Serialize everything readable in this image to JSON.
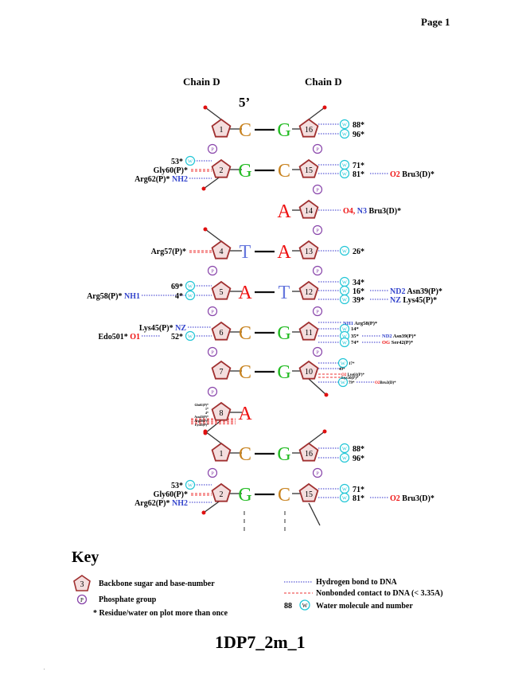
{
  "page_label": "Page 1",
  "chain_left": "Chain D",
  "chain_right": "Chain D",
  "five_prime": "5’",
  "pairs": [
    {
      "left": {
        "num": "1",
        "base": "C"
      },
      "right": {
        "num": "16",
        "base": "G"
      }
    },
    {
      "left": {
        "num": "2",
        "base": "G"
      },
      "right": {
        "num": "15",
        "base": "C"
      }
    },
    {
      "left": null,
      "right": {
        "num": "14",
        "base": "A"
      }
    },
    {
      "left": {
        "num": "4",
        "base": "T"
      },
      "right": {
        "num": "13",
        "base": "A"
      }
    },
    {
      "left": {
        "num": "5",
        "base": "A"
      },
      "right": {
        "num": "12",
        "base": "T"
      }
    },
    {
      "left": {
        "num": "6",
        "base": "C"
      },
      "right": {
        "num": "11",
        "base": "G"
      }
    },
    {
      "left": {
        "num": "7",
        "base": "C"
      },
      "right": {
        "num": "10",
        "base": "G"
      }
    },
    {
      "left": {
        "num": "8",
        "base": "A"
      },
      "right": null
    },
    {
      "left": {
        "num": "1",
        "base": "C"
      },
      "right": {
        "num": "16",
        "base": "G"
      }
    },
    {
      "left": {
        "num": "2",
        "base": "G"
      },
      "right": {
        "num": "15",
        "base": "C"
      }
    }
  ],
  "phosphate_label": "P",
  "water_label": "W",
  "labels": {
    "w88a": "88*",
    "w96a": "96*",
    "w53a": "53*",
    "gly60a": "Gly60(P)*",
    "arg62a_pre": "Arg62(P)*",
    "arg62a_atom": "NH2",
    "w71a": "71*",
    "w81a": "81*",
    "bru_o2a_atom": "O2",
    "bru_o2a_res": "Bru3(D)*",
    "a14_atoms_a": "O4,",
    "a14_atoms_b": "N3",
    "a14_res": "Bru3(D)*",
    "arg57": "Arg57(P)*",
    "w26": "26*",
    "w69": "69*",
    "w4": "4*",
    "arg58_pre": "Arg58(P)*",
    "arg58_atom": "NH1",
    "w34": "34*",
    "w16": "16*",
    "w39": "39*",
    "asn39_atom": "ND2",
    "asn39_res": "Asn39(P)*",
    "lys45r_atom": "NZ",
    "lys45r_res": "Lys45(P)*",
    "lys45l_pre": "Lys45(P)*",
    "lys45l_atom": "NZ",
    "edo_pre": "Edo501*",
    "edo_atom": "O1",
    "w52": "52*",
    "g11_nh1": "NH1",
    "g11_arg58": "Arg58(P)*",
    "w14": "14*",
    "w35": "35*",
    "w74": "74*",
    "g11_nd2": "ND2",
    "g11_asn39": "Asn39(P)*",
    "g11_og": "OG",
    "g11_ser42": "Ser42(P)*",
    "g10_w17": "17*",
    "g10_w49": "49*",
    "g10_o2": "O2",
    "g10_lys": "Lys61(P)*",
    "g10_lys56": "Lys56(P)*",
    "g10_w79": "79*",
    "g10_o2b": "O2",
    "g10_bru": "Bru3(D)*",
    "a8_l1": "Gln61(P)*",
    "a8_l2": "1*",
    "a8_l3": "4*",
    "a8_l4": "Asn43(P)*",
    "a8_l5": "Arg58(P)*",
    "a8_l6": "Lys45(P)*",
    "w88b": "88*",
    "w96b": "96*",
    "w53b": "53*",
    "gly60b": "Gly60(P)*",
    "arg62b_pre": "Arg62(P)*",
    "arg62b_atom": "NH2",
    "w71b": "71*",
    "w81b": "81*",
    "bru_o2b_atom": "O2",
    "bru_o2b_res": "Bru3(D)*"
  },
  "key": {
    "title": "Key",
    "sugar_num": "3",
    "sugar_desc": "Backbone sugar and base-number",
    "phosphate_desc": "Phosphate group",
    "star_desc": "*  Residue/water on plot more than once",
    "hbond_desc": "Hydrogen bond to DNA",
    "nonbond_desc": "Nonbonded contact to DNA (< 3.35A)",
    "water_num": "88",
    "water_desc": "Water molecule and number"
  },
  "footer_title": "1DP7_2m_1",
  "colors": {
    "C": "#c8821e",
    "G": "#22bb22",
    "A": "#ee1111",
    "T": "#6677dd",
    "sugar_fill": "#f4dede",
    "sugar_stroke": "#a03030",
    "phosphate": "#8844aa",
    "water": "#22c6d6",
    "hbond": "#3333cc",
    "nonbond": "#ee3333",
    "atom_blue": "#3344cc",
    "atom_red": "#ee1111"
  }
}
